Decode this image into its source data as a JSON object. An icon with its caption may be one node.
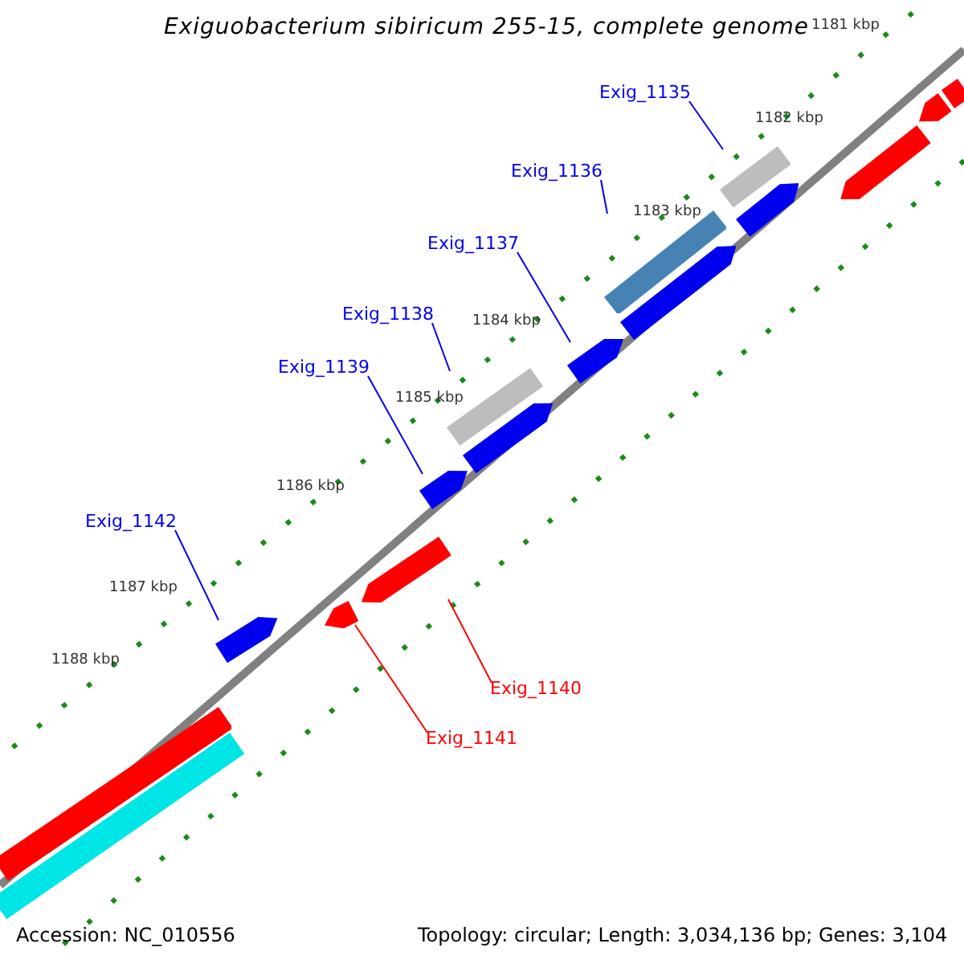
{
  "diagram": {
    "title": "Exiguobacterium sibiricum 255-15, complete genome",
    "nodes": [
      {
        "text": [
          "Exig_1135"
        ]
      },
      {
        "text": [
          "Exig_1136"
        ]
      },
      {
        "text": [
          "Exig_1137"
        ]
      },
      {
        "text": [
          "Exig_1138"
        ]
      },
      {
        "text": [
          "Exig_1139"
        ]
      },
      {
        "text": [
          "Exig_1142"
        ]
      },
      {
        "text": [
          "Exig_1140"
        ]
      },
      {
        "text": [
          "Exig_1141"
        ]
      },
      {
        "text": [],
        "shape": "bar"
      },
      {
        "text": [],
        "shape": "bar"
      },
      {
        "text": [],
        "shape": "arrow"
      },
      {
        "text": [],
        "shape": "bar"
      },
      {
        "text": [],
        "shape": "arrow"
      },
      {
        "text": [],
        "shape": "arrow"
      },
      {
        "text": [],
        "shape": "arrow"
      },
      {
        "text": [],
        "shape": "arrow"
      },
      {
        "text": [],
        "shape": "arrow"
      },
      {
        "text": [],
        "shape": "arrow"
      },
      {
        "text": [],
        "shape": "arrow"
      },
      {
        "text": [],
        "shape": "arrow"
      },
      {
        "text": [],
        "shape": "arrow"
      },
      {
        "text": [],
        "shape": "bar"
      },
      {
        "text": [],
        "shape": "bar"
      },
      {
        "text": [],
        "shape": "bar"
      }
    ],
    "edges": [
      {
        "from": 0,
        "to": 8,
        "arrow": "none"
      },
      {
        "from": 1,
        "to": 9,
        "arrow": "none"
      },
      {
        "from": 2,
        "to": 10,
        "arrow": "none"
      },
      {
        "from": 3,
        "to": 11,
        "arrow": "none"
      },
      {
        "from": 4,
        "to": 12,
        "arrow": "none"
      },
      {
        "from": 5,
        "to": 13,
        "arrow": "none"
      },
      {
        "from": 6,
        "to": 14,
        "arrow": "none",
        "color": "#ff0000"
      },
      {
        "from": 7,
        "to": 15,
        "arrow": "none",
        "color": "#ff0000"
      }
    ],
    "labels": [
      "1181 kbp",
      "1182 kbp",
      "1183 kbp",
      "1184 kbp",
      "1185 kbp",
      "1186 kbp",
      "1187 kbp",
      "1188 kbp",
      "Accession: NC_010556",
      "Topology: circular; Length: 3,034,136 bp; Genes: 3,104"
    ]
  }
}
